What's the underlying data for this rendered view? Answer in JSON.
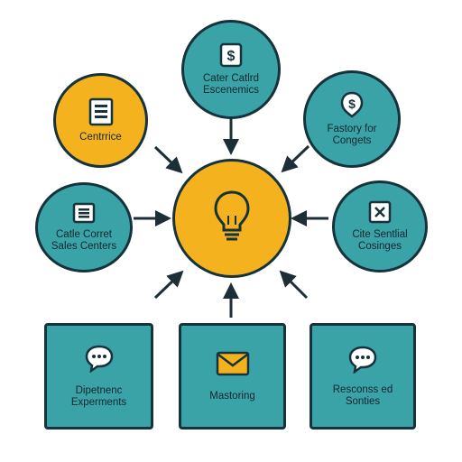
{
  "nodes": {
    "top": {
      "label_line1": "Cater Catlrd",
      "label_line2": "Escenemics",
      "icon": "dollar-tag-icon"
    },
    "top_left": {
      "label_line1": "Centrrice",
      "label_line2": "",
      "icon": "document-icon"
    },
    "top_right": {
      "label_line1": "Fastory for",
      "label_line2": "Congets",
      "icon": "dollar-tag-icon"
    },
    "mid_left": {
      "label_line1": "Catle Corret",
      "label_line2": "Sales Centers",
      "icon": "list-icon"
    },
    "mid_right": {
      "label_line1": "Cite Sentlial",
      "label_line2": "Cosinges",
      "icon": "close-box-icon"
    },
    "center": {
      "icon": "lightbulb-icon"
    },
    "bottom_left": {
      "label_line1": "Dipetnenc",
      "label_line2": "Experments",
      "icon": "speech-bubble-icon"
    },
    "bottom_center": {
      "label_line1": "Mastoring",
      "label_line2": "",
      "icon": "envelope-icon"
    },
    "bottom_right": {
      "label_line1": "Resconss ed",
      "label_line2": "Sonties",
      "icon": "speech-bubble-icon"
    }
  },
  "colors": {
    "teal": "#3aa3a8",
    "orange": "#f5b21f",
    "outline": "#16323a",
    "arrow": "#1d2f36"
  }
}
